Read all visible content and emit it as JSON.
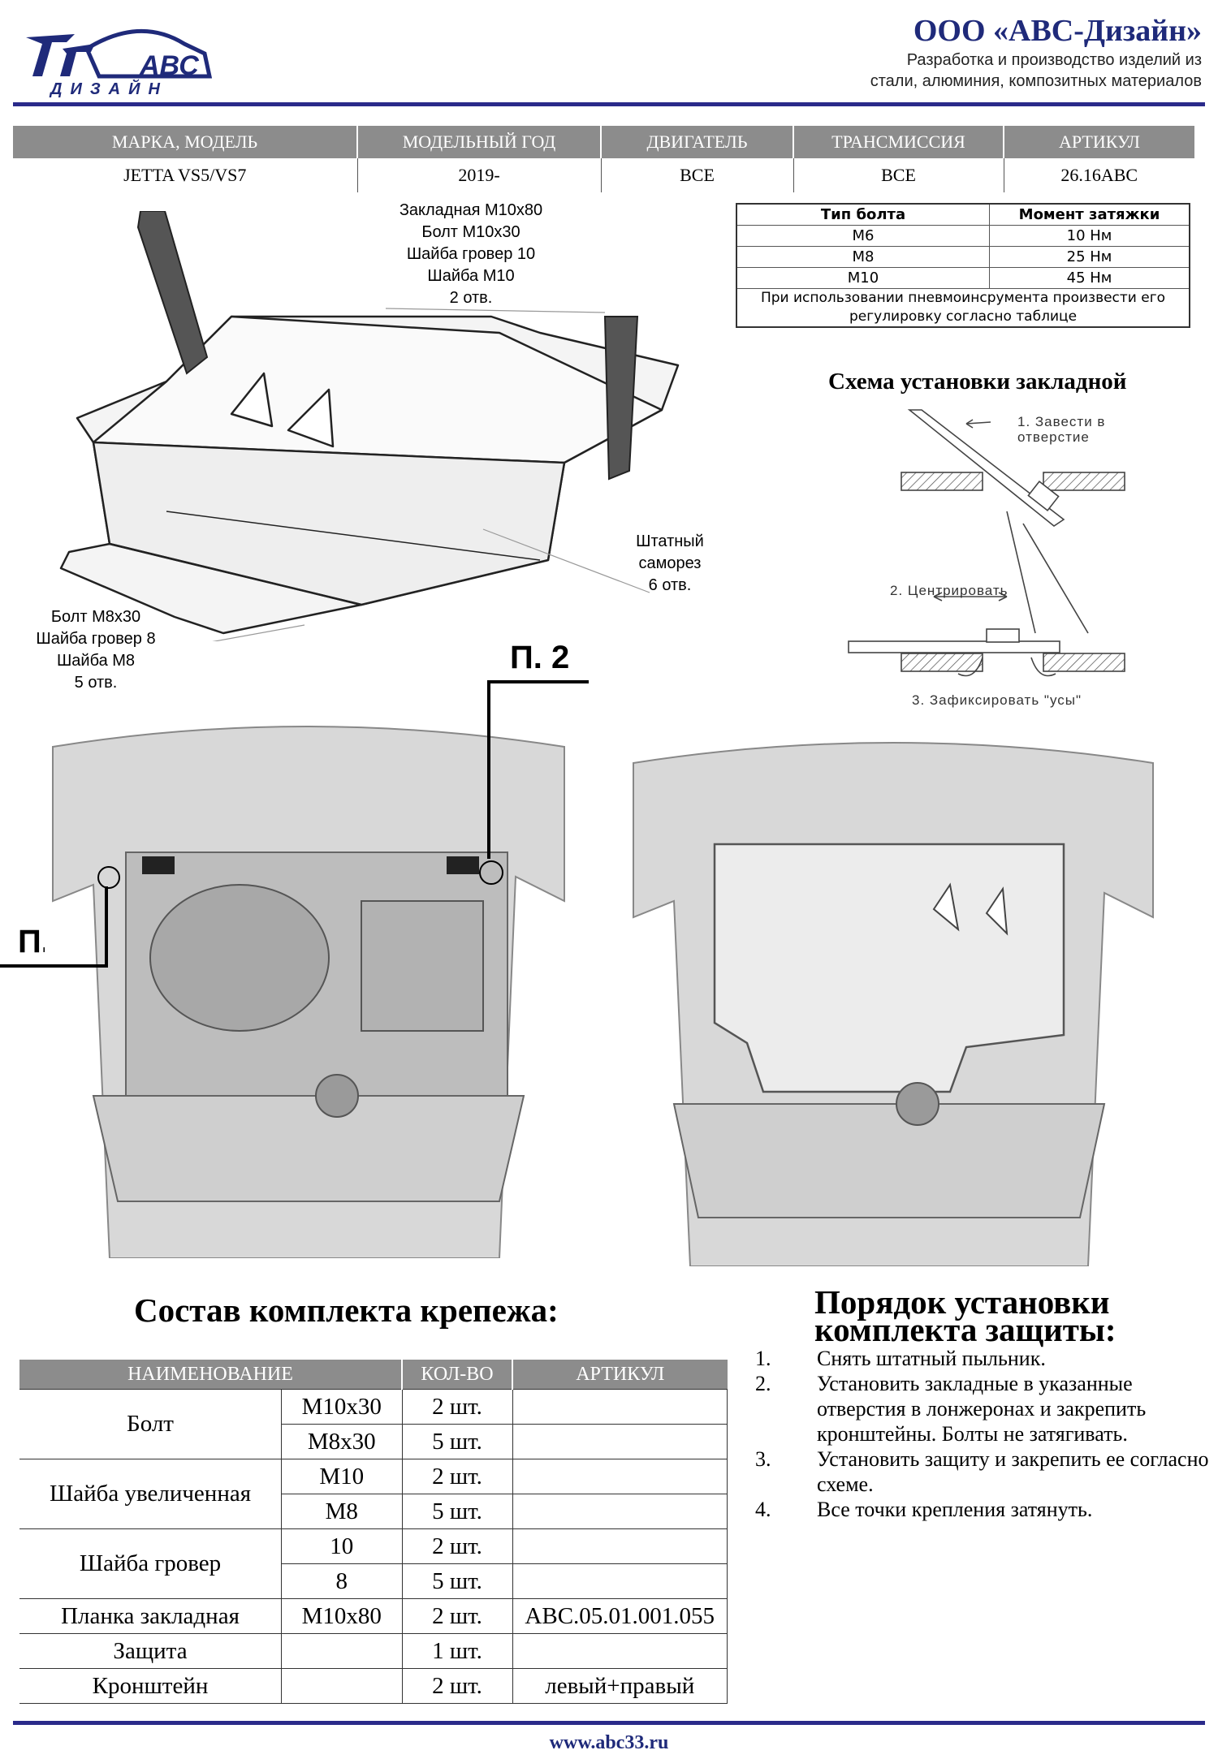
{
  "header": {
    "logo_text": "ДИЗАЙН",
    "logo_brand": "АВС",
    "company": "ООО «АВС-Дизайн»",
    "sub1": "Разработка и производство изделий из",
    "sub2": "стали, алюминия, композитных материалов"
  },
  "spec": {
    "headers": [
      "МАРКА, МОДЕЛЬ",
      "МОДЕЛЬНЫЙ ГОД",
      "ДВИГАТЕЛЬ",
      "ТРАНСМИССИЯ",
      "АРТИКУЛ"
    ],
    "values": [
      "JETTA VS5/VS7",
      "2019-",
      "ВСЕ",
      "ВСЕ",
      "26.16АВС"
    ]
  },
  "torque": {
    "headers": [
      "Тип болта",
      "Момент затяжки"
    ],
    "rows": [
      [
        "М6",
        "10 Нм"
      ],
      [
        "М8",
        "25 Нм"
      ],
      [
        "М10",
        "45 Нм"
      ]
    ],
    "note": "При использовании пневмоинсрумента произвести его регулировку согласно таблице"
  },
  "callouts": {
    "top": [
      "Закладная М10х80",
      "Болт М10х30",
      "Шайба гровер 10",
      "Шайба М10",
      "2 отв."
    ],
    "right": [
      "Штатный",
      "саморез",
      "6 отв."
    ],
    "left": [
      "Болт М8х30",
      "Шайба гровер 8",
      "Шайба М8",
      "5 отв."
    ]
  },
  "scheme": {
    "title": "Схема установки закладной",
    "step1": [
      "1. Завести в",
      "отверстие"
    ],
    "step2": "2. Центрировать",
    "step3": "3. Зафиксировать \"усы\""
  },
  "p2_label": "П. 2",
  "kit": {
    "title": "Состав комплекта крепежа:",
    "headers": [
      "НАИМЕНОВАНИЕ",
      "КОЛ-ВО",
      "АРТИКУЛ"
    ],
    "groups": [
      {
        "name": "Болт",
        "rows": [
          [
            "М10х30",
            "2 шт.",
            ""
          ],
          [
            "М8х30",
            "5 шт.",
            ""
          ]
        ]
      },
      {
        "name": "Шайба увеличенная",
        "rows": [
          [
            "М10",
            "2 шт.",
            ""
          ],
          [
            "М8",
            "5 шт.",
            ""
          ]
        ]
      },
      {
        "name": "Шайба гровер",
        "rows": [
          [
            "10",
            "2 шт.",
            ""
          ],
          [
            "8",
            "5 шт.",
            ""
          ]
        ]
      },
      {
        "name": "Планка закладная",
        "rows": [
          [
            "М10х80",
            "2 шт.",
            "АВС.05.01.001.055"
          ]
        ]
      },
      {
        "name": "Защита",
        "rows": [
          [
            "",
            "1 шт.",
            ""
          ]
        ]
      },
      {
        "name": "Кронштейн",
        "rows": [
          [
            "",
            "2 шт.",
            "левый+правый"
          ]
        ]
      }
    ]
  },
  "order": {
    "title_line1": "Порядок установки",
    "title_line2": "комплекта защиты:",
    "steps": [
      {
        "num": "1.",
        "text": "Снять штатный пыльник."
      },
      {
        "num": "2.",
        "text": "Установить закладные в указанные отверстия в лонжеронах и закрепить кронштейны. Болты не затягивать."
      },
      {
        "num": "3.",
        "text": "Установить защиту и закрепить ее согласно схеме."
      },
      {
        "num": "4.",
        "text": "Все точки крепления затянуть."
      }
    ]
  },
  "footer": {
    "website": "www.abc33.ru"
  },
  "colors": {
    "brand": "#1f2a7a",
    "header_gray": "#8c8c8c"
  }
}
